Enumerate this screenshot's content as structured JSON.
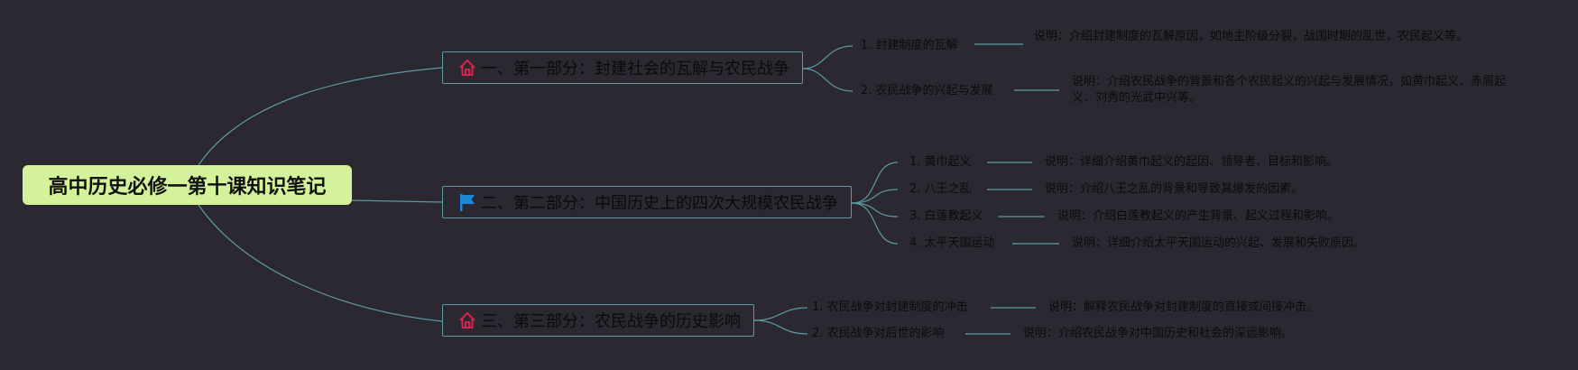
{
  "root": {
    "title": "高中历史必修一第十课知识笔记"
  },
  "colors": {
    "background": "#2c2831",
    "root_fill": "#d4f29a",
    "line": "#5b9aa3",
    "text": "#0b0b0b",
    "house_icon": "#d8234e",
    "flag_icon": "#1e88d8"
  },
  "branches": [
    {
      "icon": "house-icon",
      "label": "一、第一部分：封建社会的瓦解与农民战争",
      "items": [
        {
          "label": "1. 封建制度的瓦解",
          "note": "说明：介绍封建制度的瓦解原因，如地主阶级分裂，战国时期的乱世，农民起义等。"
        },
        {
          "label": "2. 农民战争的兴起与发展",
          "note": "说明：介绍农民战争的背景和各个农民起义的兴起与发展情况，如黄巾起义、赤眉起义、刘秀的光武中兴等。"
        }
      ]
    },
    {
      "icon": "flag-icon",
      "label": "二、第二部分：中国历史上的四次大规模农民战争",
      "items": [
        {
          "label": "1. 黄巾起义",
          "note": "说明：详细介绍黄巾起义的起因、领导者、目标和影响。"
        },
        {
          "label": "2. 八王之乱",
          "note": "说明：介绍八王之乱的背景和导致其爆发的因素。"
        },
        {
          "label": "3. 白莲教起义",
          "note": "说明：介绍白莲教起义的产生背景、起义过程和影响。"
        },
        {
          "label": "4. 太平天国运动",
          "note": "说明：详细介绍太平天国运动的兴起、发展和失败原因。"
        }
      ]
    },
    {
      "icon": "house-icon",
      "label": "三、第三部分：农民战争的历史影响",
      "items": [
        {
          "label": "1. 农民战争对封建制度的冲击",
          "note": "说明：解释农民战争对封建制度的直接或间接冲击。"
        },
        {
          "label": "2. 农民战争对后世的影响",
          "note": "说明：介绍农民战争对中国历史和社会的深远影响。"
        }
      ]
    }
  ]
}
